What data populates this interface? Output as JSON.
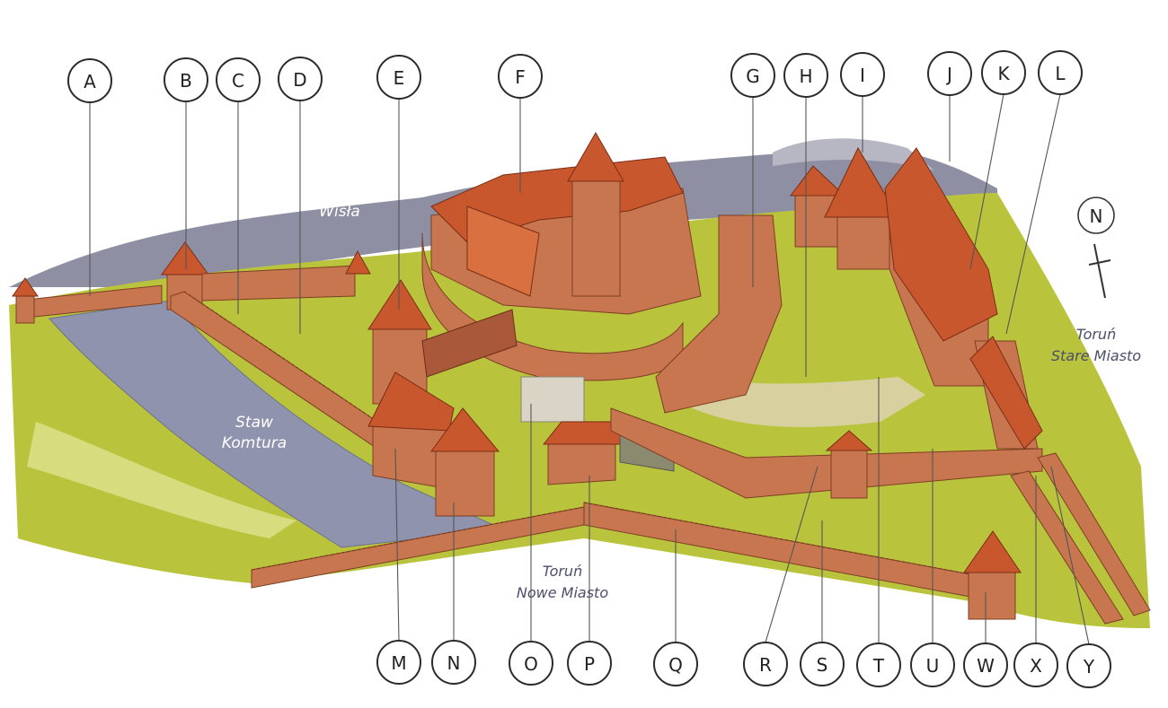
{
  "labels_top": [
    "A",
    "B",
    "C",
    "D",
    "E",
    "F",
    "G",
    "H",
    "I",
    "J",
    "K",
    "L"
  ],
  "labels_bottom": [
    "M",
    "N",
    "O",
    "P",
    "Q",
    "R",
    "S",
    "T",
    "U",
    "W",
    "X",
    "Y"
  ],
  "places": {
    "river": "Wisła",
    "pond_line1": "Staw",
    "pond_line2": "Komtura",
    "new_town_line1": "Toruń",
    "new_town_line2": "Nowe Miasto",
    "old_town_line1": "Toruń",
    "old_town_line2": "Stare Miasto"
  },
  "compass": {
    "letter": "N"
  },
  "colors": {
    "river": "#8e8fa2",
    "pond": "#8f93ae",
    "grass": "#b9c43c",
    "brick": "#c7764f",
    "roof": "#c8572e"
  }
}
